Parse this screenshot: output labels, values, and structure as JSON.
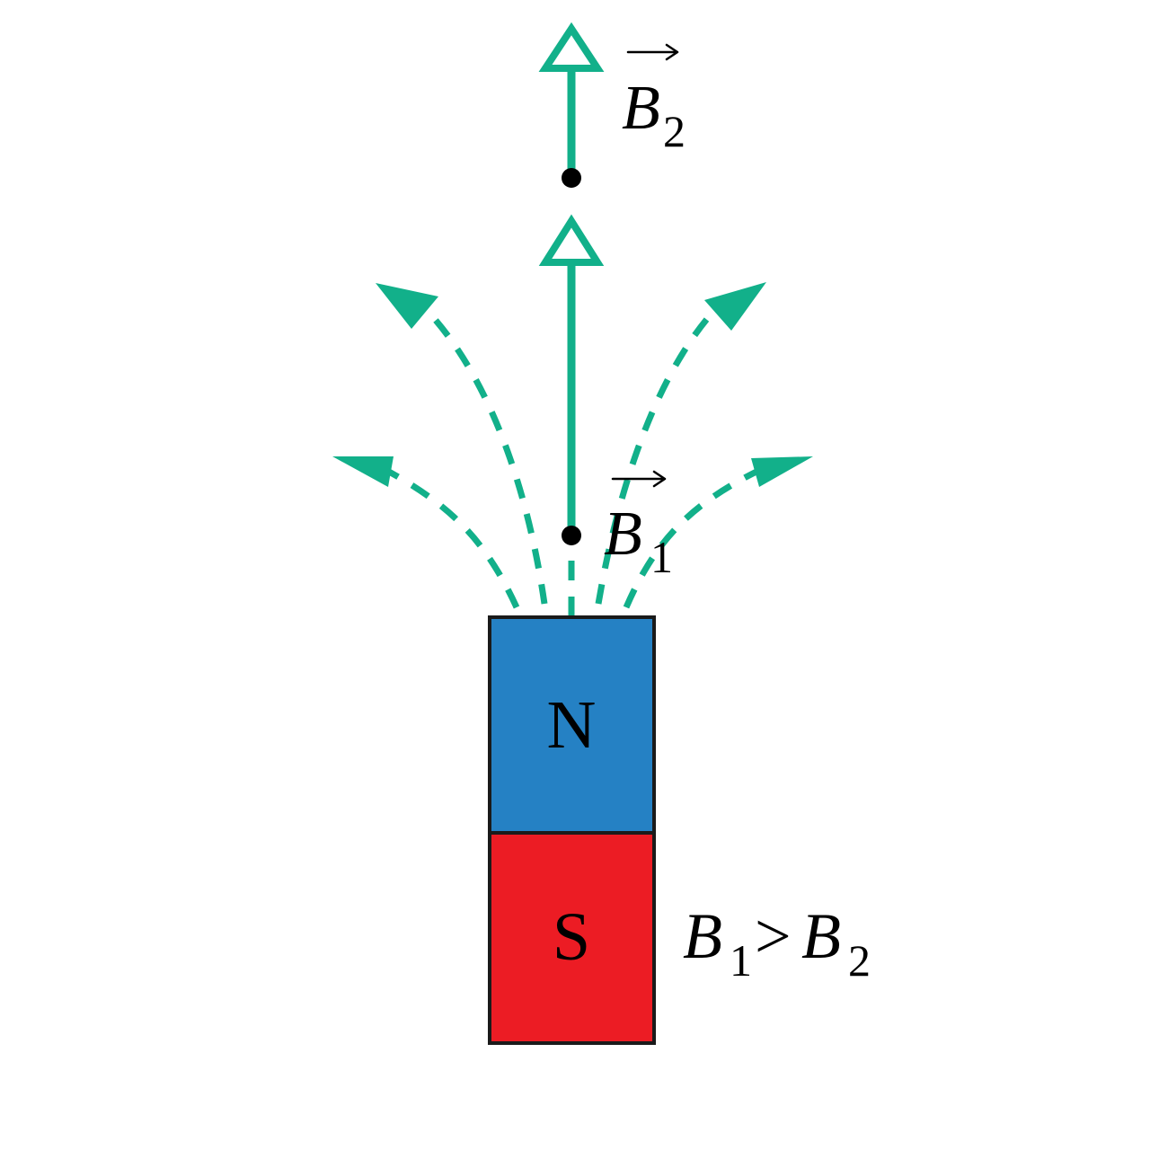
{
  "colors": {
    "field": "#12b08a",
    "north": "#2581c4",
    "south": "#ec1c24",
    "outline": "#1a1a1a",
    "text": "#000000"
  },
  "magnet": {
    "north_label": "N",
    "south_label": "S"
  },
  "vectors": {
    "b1": {
      "symbol": "B",
      "subscript": "1"
    },
    "b2": {
      "symbol": "B",
      "subscript": "2"
    }
  },
  "relation": {
    "left_symbol": "B",
    "left_subscript": "1",
    "operator": ">",
    "right_symbol": "B",
    "right_subscript": "2"
  },
  "icons": [
    "point-dot-icon",
    "hollow-arrowhead-icon",
    "filled-arrowhead-icon",
    "vector-overarrow-icon"
  ]
}
